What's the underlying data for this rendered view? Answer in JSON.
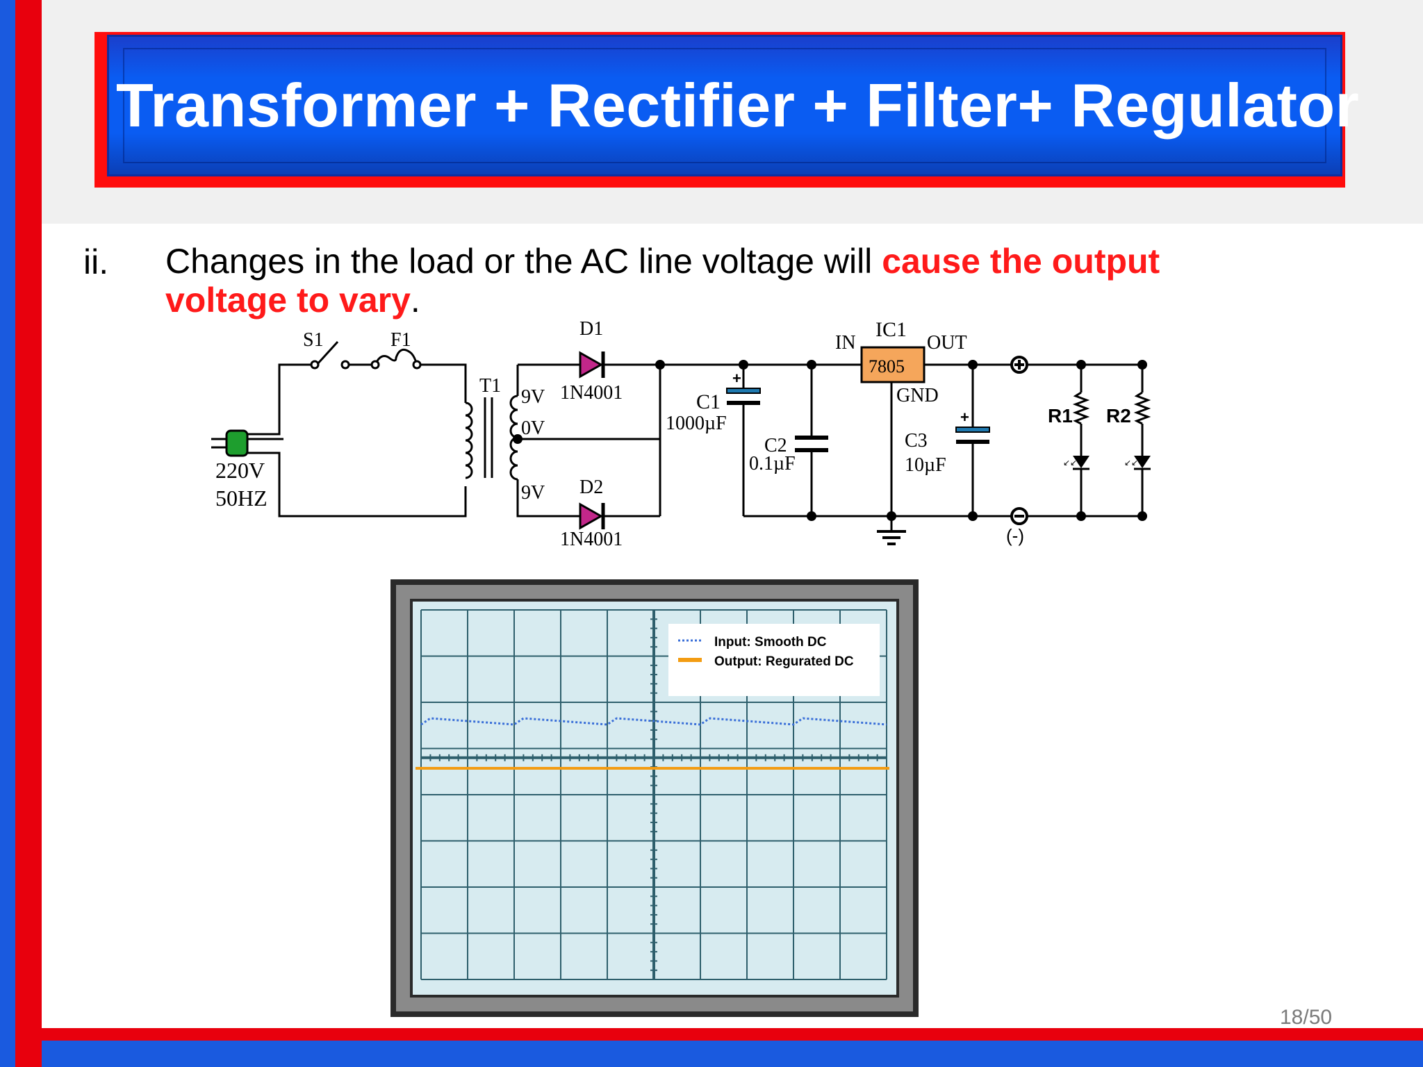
{
  "slide": {
    "title": "Transformer + Rectifier + Filter+ Regulator",
    "bullet_number": "ii.",
    "bullet_text_plain": "Changes in the load or the AC line voltage will ",
    "bullet_text_red": "cause the output voltage to vary",
    "bullet_text_end": ".",
    "page_number": "18/50"
  },
  "circuit": {
    "switch_label": "S1",
    "fuse_label": "F1",
    "transformer_label": "T1",
    "input_voltage": "220V",
    "input_frequency": "50HZ",
    "secondary_top": "9V",
    "secondary_center": "0V",
    "secondary_bottom": "9V",
    "diode1_label": "D1",
    "diode1_part": "1N4001",
    "diode2_label": "D2",
    "diode2_part": "1N4001",
    "c1_label": "C1",
    "c1_value": "1000µF",
    "c2_label": "C2",
    "c2_value": "0.1µF",
    "ic_label": "IC1",
    "ic_part": "7805",
    "ic_in": "IN",
    "ic_out": "OUT",
    "ic_gnd": "GND",
    "c3_label": "C3",
    "c3_value": "10µF",
    "r1_label": "R1",
    "r2_label": "R2",
    "neg_terminal": "(-)",
    "colors": {
      "wire": "#000000",
      "diode": "#c2278a",
      "plug": "#1e9e2e",
      "ic": "#f5a65b",
      "cap_plate": "#1f7ab0"
    }
  },
  "oscilloscope": {
    "legend": [
      {
        "label": "Input: Smooth DC",
        "color": "#3a6fd8",
        "style": "dotted"
      },
      {
        "label": "Output:  Regurated DC",
        "color": "#f39c12",
        "style": "solid"
      }
    ],
    "screen_color": "#d7ebf0",
    "grid_color": "#2e5f6c"
  }
}
